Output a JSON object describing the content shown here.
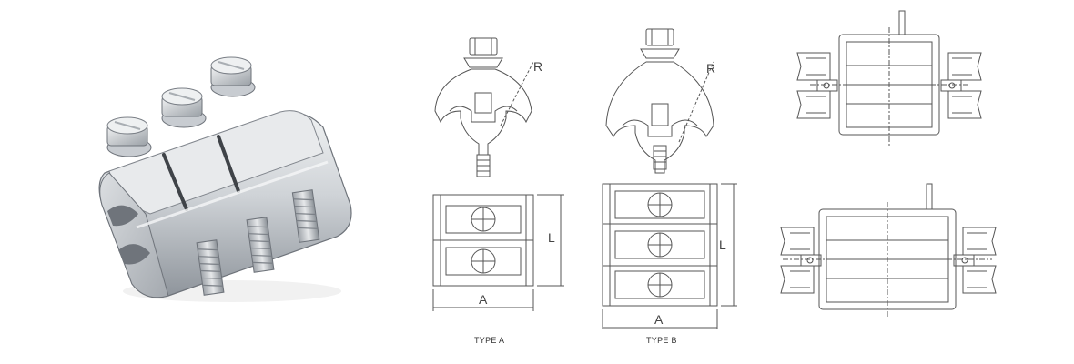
{
  "figure": {
    "photo": {
      "bolt_count": 3
    },
    "drawings": {
      "type_a": {
        "caption": "TYPE A",
        "radius_label": "R",
        "length_label": "L",
        "width_label": "A",
        "bolt_count": 2
      },
      "type_b": {
        "caption": "TYPE B",
        "radius_label": "R",
        "length_label": "L",
        "width_label": "A",
        "bolt_count": 3
      }
    }
  },
  "colors": {
    "line": "#555555",
    "metal_light": "#e4e6e8",
    "metal_mid": "#b9bdc2",
    "metal_dark": "#7d8289"
  }
}
